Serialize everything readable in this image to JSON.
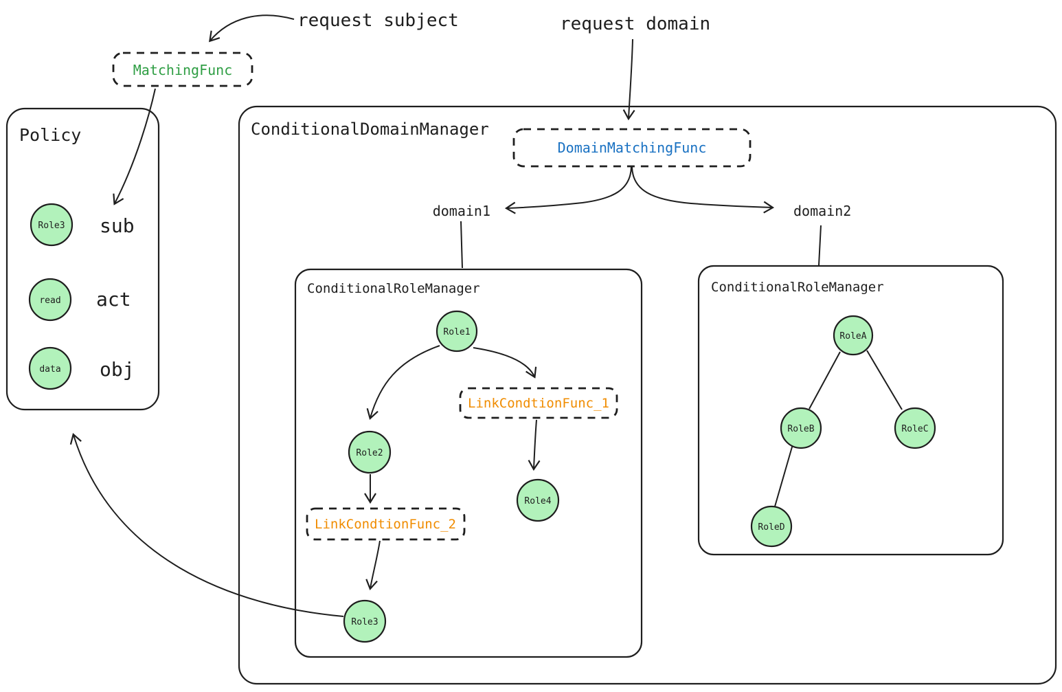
{
  "colors": {
    "ink": "#1e1e1e",
    "node_fill": "#b2f2bb",
    "matching_func_color": "#2f9e44",
    "domain_matching_func_color": "#1971c2",
    "link_condition_func_color": "#f08c00",
    "background": "#ffffff"
  },
  "annotations": {
    "request_subject": "request subject",
    "request_domain": "request domain"
  },
  "matching_func": {
    "label": "MatchingFunc"
  },
  "policy": {
    "title": "Policy",
    "rows": [
      {
        "node": "Role3",
        "label": "sub"
      },
      {
        "node": "read",
        "label": "act"
      },
      {
        "node": "data",
        "label": "obj"
      }
    ]
  },
  "conditional_domain_manager": {
    "title": "ConditionalDomainManager",
    "domain_matching_func": "DomainMatchingFunc",
    "domain1_label": "domain1",
    "domain2_label": "domain2"
  },
  "role_manager_domain1": {
    "title": "ConditionalRoleManager",
    "nodes": {
      "role1": "Role1",
      "role2": "Role2",
      "role3": "Role3",
      "role4": "Role4"
    },
    "funcs": {
      "link_condition_func_1": "LinkCondtionFunc_1",
      "link_condition_func_2": "LinkCondtionFunc_2"
    }
  },
  "role_manager_domain2": {
    "title": "ConditionalRoleManager",
    "nodes": {
      "roleA": "RoleA",
      "roleB": "RoleB",
      "roleC": "RoleC",
      "roleD": "RoleD"
    }
  }
}
